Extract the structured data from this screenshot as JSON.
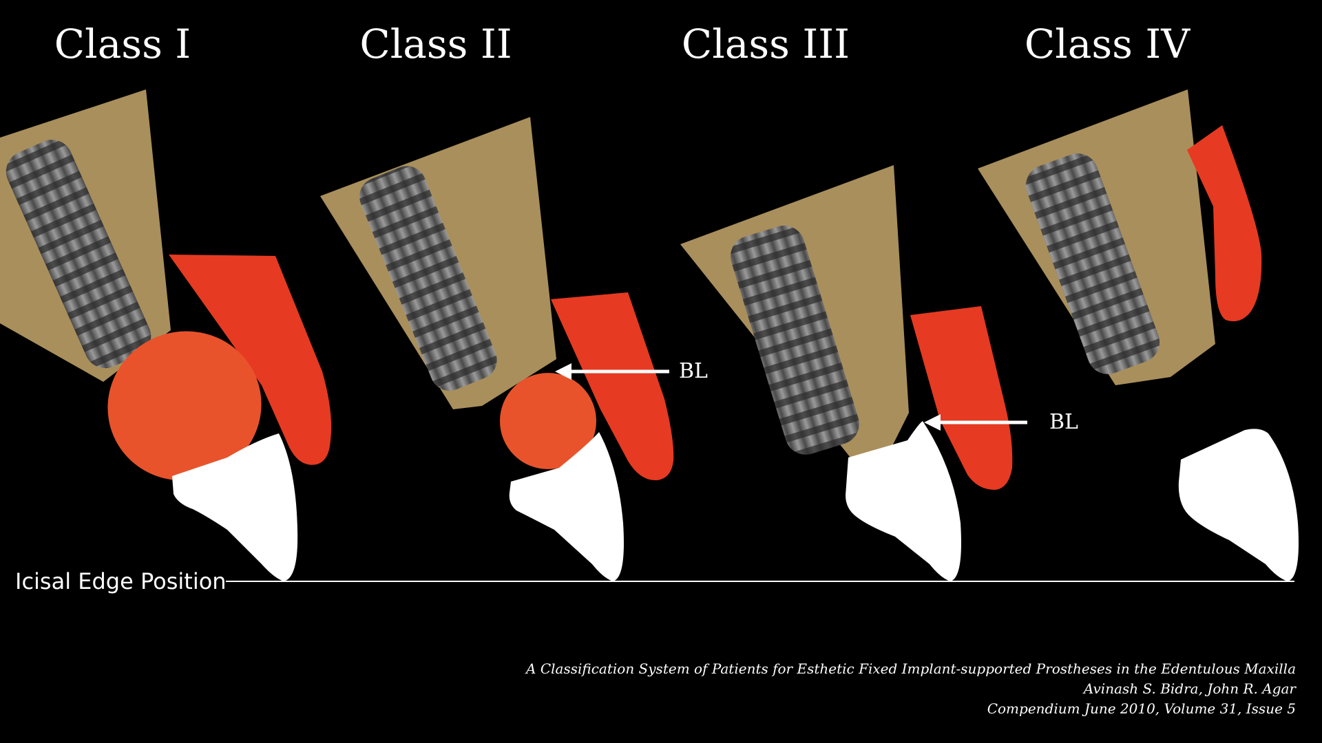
{
  "classes": [
    {
      "label": "Class I"
    },
    {
      "label": "Class II"
    },
    {
      "label": "Class III"
    },
    {
      "label": "Class IV"
    }
  ],
  "annotations": {
    "bl_class2": "BL",
    "bl_class3": "BL"
  },
  "baseline": {
    "label": "Icisal Edge Position"
  },
  "citation": {
    "line1": "A Classification System of Patients for Esthetic Fixed Implant-supported  Prostheses in the Edentulous Maxilla",
    "line2": "Avinash S. Bidra,  John R. Agar",
    "line3": "Compendium June 2010, Volume 31, Issue 5"
  },
  "colors": {
    "background": "#000000",
    "bone": "#a98f5c",
    "gingiva": "#e63a22",
    "defect": "#e8532c",
    "implant": "#6e6e6e",
    "tooth": "#ffffff"
  }
}
